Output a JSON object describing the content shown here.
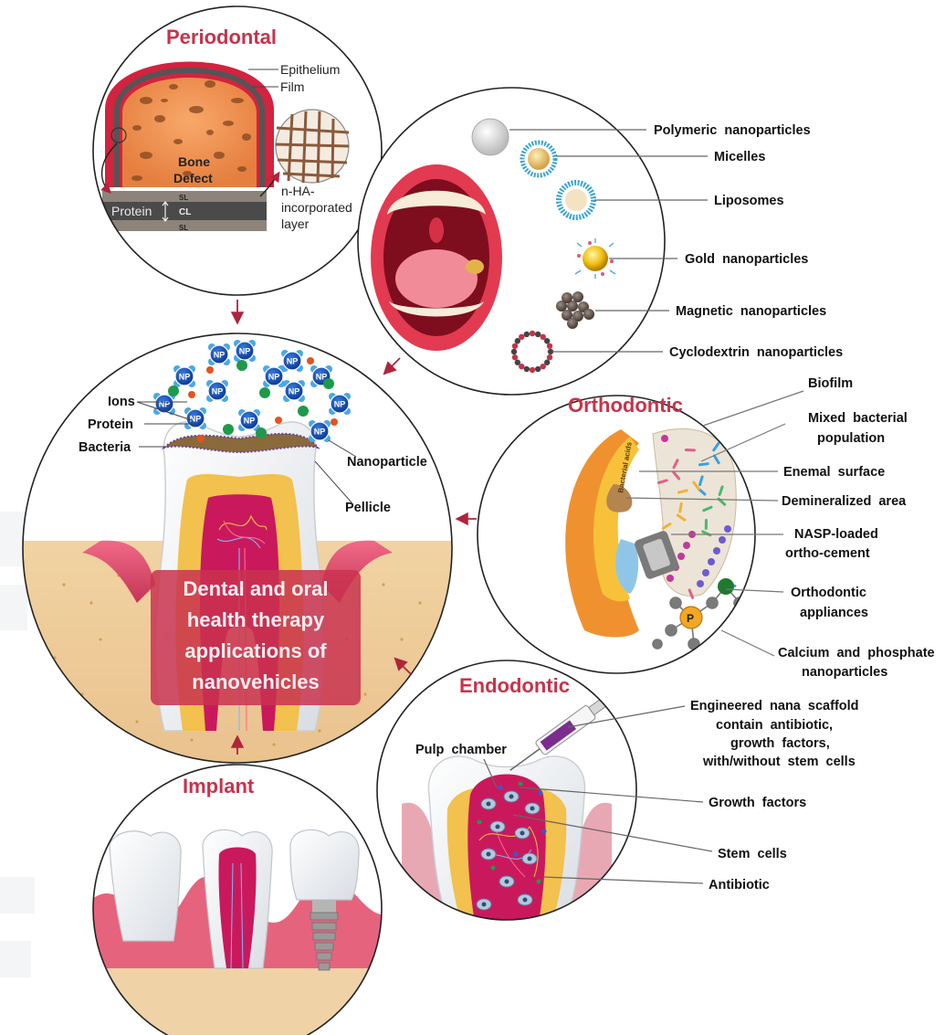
{
  "central": {
    "lines": [
      "Dental and oral",
      "health therapy",
      "applications of",
      "nanovehicles"
    ],
    "labels": {
      "ions": "Ions",
      "protein": "Protein",
      "bacteria": "Bacteria",
      "nanoparticle": "Nanoparticle",
      "pellicle": "Pellicle",
      "np": "NP"
    }
  },
  "periodontal": {
    "title": "Periodontal",
    "epithelium": "Epithelium",
    "film": "Film",
    "bone_defect": [
      "Bone",
      "Defect"
    ],
    "protein": "Protein",
    "sl": "SL",
    "cl": "CL",
    "nha": [
      "n-HA-",
      "incorporated",
      "layer"
    ]
  },
  "nano": {
    "items": [
      "Polymeric  nanoparticles",
      "Micelles",
      "Liposomes",
      "Gold  nanoparticles",
      "Magnetic  nanoparticles",
      "Cyclodextrin  nanoparticles"
    ]
  },
  "orthodontic": {
    "title": "Orthodontic",
    "biofilm": "Biofilm",
    "mixed": [
      "Mixed  bacterial",
      "population"
    ],
    "enamel": "Enemal  surface",
    "demin": "Demineralized  area",
    "nasp": [
      "NASP-loaded",
      "ortho-cement"
    ],
    "appliances": [
      "Orthodontic",
      "appliances"
    ],
    "calcium": [
      "Calcium  and  phosphate",
      "nanoparticles"
    ],
    "bacterial_acids": "Bacterial acids",
    "p": "P"
  },
  "endodontic": {
    "title": "Endodontic",
    "scaffold": [
      "Engineered  nana  scaffold",
      "contain  antibiotic,",
      "growth  factors,",
      "with/without  stem  cells"
    ],
    "pulp": "Pulp  chamber",
    "growth": "Growth  factors",
    "stem": "Stem  cells",
    "antibiotic": "Antibiotic"
  },
  "implant": {
    "title": "Implant"
  },
  "colors": {
    "accent": "#c8334a",
    "enamel": "#f4f6f8",
    "gum": "#e04c6a",
    "pulp": "#c9195c",
    "dentin": "#f2c14e",
    "bone": "#efd3a7",
    "arrow": "#b0243c"
  }
}
